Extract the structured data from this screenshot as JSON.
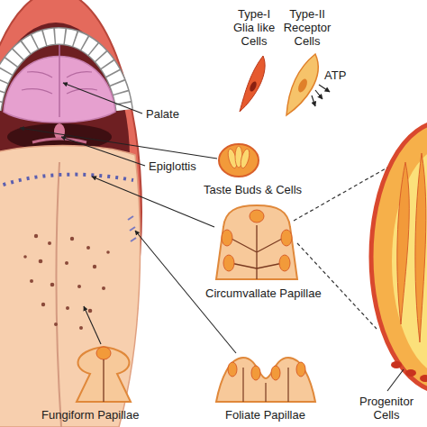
{
  "diagram": {
    "labels": [
      "Type-I Glia like Cells",
      "Type-II Receptor Cells",
      "ATP",
      "Palate",
      "Epiglottis",
      "Taste Buds & Cells",
      "Circumvallate Papillae",
      "Progenitor Cells",
      "Fungiform Papillae",
      "Foliate Papillae"
    ]
  }
}
